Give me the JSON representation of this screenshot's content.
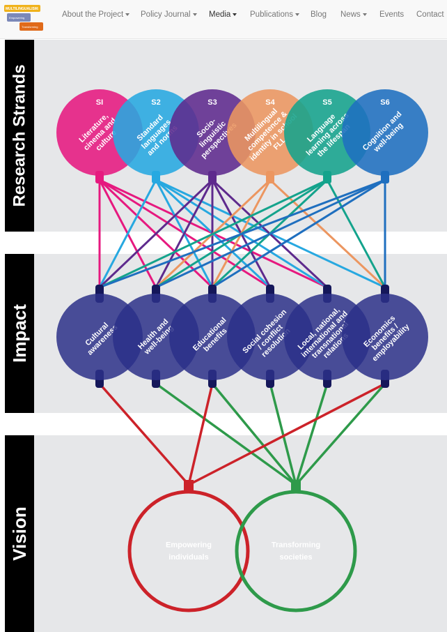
{
  "logo": {
    "line1": "MULTILINGUALISM:",
    "line2": "Empowering Individuals",
    "line3": "Transforming Societies"
  },
  "nav": {
    "items": [
      {
        "label": "About the Project",
        "dropdown": true
      },
      {
        "label": "Policy Journal",
        "dropdown": true
      },
      {
        "label": "Media",
        "dropdown": true,
        "active": true
      },
      {
        "label": "Publications",
        "dropdown": true
      },
      {
        "label": "Blog",
        "dropdown": false
      },
      {
        "label": "News",
        "dropdown": true
      },
      {
        "label": "Events",
        "dropdown": false
      },
      {
        "label": "Contact",
        "dropdown": false
      }
    ]
  },
  "sections": {
    "research": "Research Strands",
    "impact": "Impact",
    "vision": "Vision"
  },
  "strands": [
    {
      "code": "SI",
      "lines": [
        "Literature,",
        "cinema and",
        "culture"
      ],
      "color": "#e6197f",
      "links": [
        1,
        2,
        3,
        4,
        5
      ]
    },
    {
      "code": "S2",
      "lines": [
        "Standard",
        "languages",
        "and norms"
      ],
      "color": "#27a8e0",
      "links": [
        1,
        3,
        4,
        5,
        6
      ]
    },
    {
      "code": "S3",
      "lines": [
        "Socio-",
        "linguistic",
        "perspectives"
      ],
      "color": "#5e2a8d",
      "links": [
        1,
        2,
        3,
        4,
        5
      ]
    },
    {
      "code": "S4",
      "lines": [
        "Multilingual",
        "competence &",
        "identity in school",
        "FLL"
      ],
      "color": "#ec9660",
      "links": [
        2,
        3,
        6
      ]
    },
    {
      "code": "S5",
      "lines": [
        "Language",
        "learning across",
        "the lifespan"
      ],
      "color": "#14a38c",
      "links": [
        1,
        2,
        3,
        6
      ]
    },
    {
      "code": "S6",
      "lines": [
        "Cognition and",
        "well-being"
      ],
      "color": "#1f6fbf",
      "links": [
        1,
        2,
        3,
        6
      ]
    }
  ],
  "impacts": [
    {
      "lines": [
        "Cultural",
        "awareness"
      ],
      "vision": [
        "empower"
      ]
    },
    {
      "lines": [
        "Health and",
        "well-being"
      ],
      "vision": [
        "transform"
      ]
    },
    {
      "lines": [
        "Educational",
        "benefits"
      ],
      "vision": [
        "empower",
        "transform"
      ]
    },
    {
      "lines": [
        "Social cohesion",
        "/ conflict",
        "resolution"
      ],
      "vision": [
        "transform"
      ]
    },
    {
      "lines": [
        "Local, national,",
        "international and",
        "transnational",
        "relations"
      ],
      "vision": [
        "transform"
      ]
    },
    {
      "lines": [
        "Economics",
        "benefits /",
        "employability"
      ],
      "vision": [
        "empower",
        "transform"
      ]
    }
  ],
  "impact_color": "#2b3088",
  "vision": {
    "empower": {
      "lines": [
        "Empowering",
        "individuals"
      ],
      "color": "#cc2229"
    },
    "transform": {
      "lines": [
        "Transforming",
        "societies"
      ],
      "color": "#2e9a4a"
    }
  }
}
